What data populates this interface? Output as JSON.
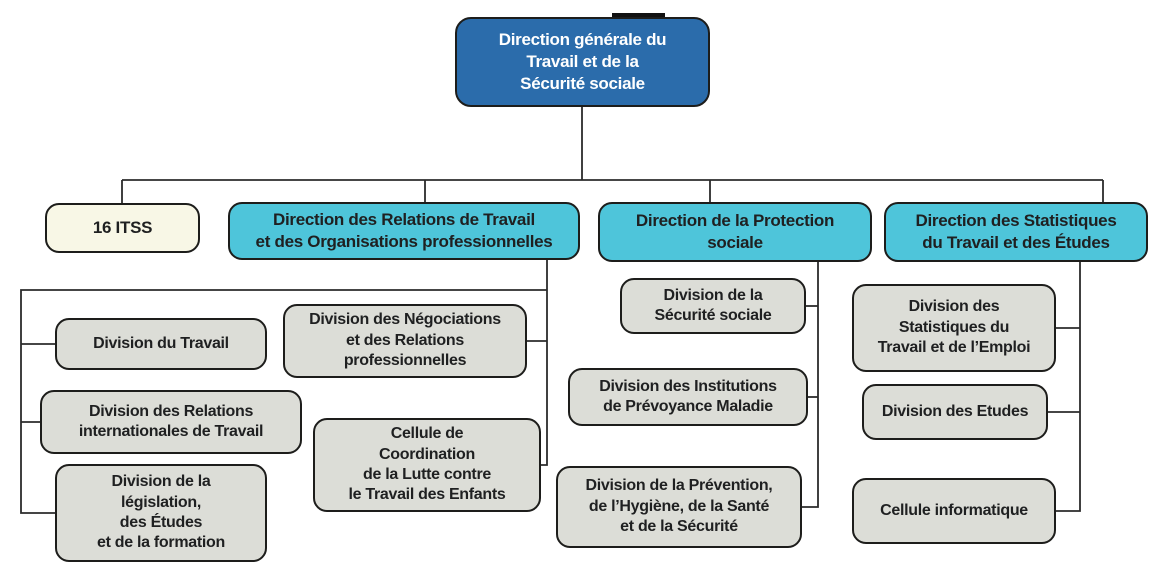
{
  "colors": {
    "root_fill": "#2b6cab",
    "root_text": "#ffffff",
    "branch_fill": "#4ec5da",
    "itss_fill": "#f8f7e6",
    "leaf_fill": "#dcddd7",
    "border": "#1d1d1b",
    "text": "#1f2021",
    "line": "#2b2b2b"
  },
  "nodes": {
    "root": {
      "label": "Direction générale du\nTravail et de la\nSécurité sociale"
    },
    "itss": {
      "label": "16 ITSS"
    },
    "relations": {
      "label": "Direction des Relations de Travail\net des Organisations professionnelles"
    },
    "protection": {
      "label": "Direction de la Protection\nsociale"
    },
    "statistiques": {
      "label": "Direction des Statistiques\ndu Travail et des Études"
    },
    "div_travail": {
      "label": "Division du Travail"
    },
    "div_rel_int": {
      "label": "Division des Relations\ninternationales de Travail"
    },
    "div_legislation": {
      "label": "Division de la\nlégislation,\ndes Études\net de la formation"
    },
    "div_negociations": {
      "label": "Division des Négociations\net des Relations\nprofessionnelles"
    },
    "cellule_lutte": {
      "label": "Cellule de\nCoordination\nde la Lutte contre\nle Travail des Enfants"
    },
    "div_secu": {
      "label": "Division de la\nSécurité sociale"
    },
    "div_prevoyance": {
      "label": "Division des Institutions\nde Prévoyance Maladie"
    },
    "div_prevention": {
      "label": "Division de la Prévention,\nde l’Hygiène, de la Santé\net de la Sécurité"
    },
    "div_stats_emploi": {
      "label": "Division des\nStatistiques du\nTravail et de l’Emploi"
    },
    "div_etudes": {
      "label": "Division des Etudes"
    },
    "cellule_info": {
      "label": "Cellule informatique"
    }
  }
}
